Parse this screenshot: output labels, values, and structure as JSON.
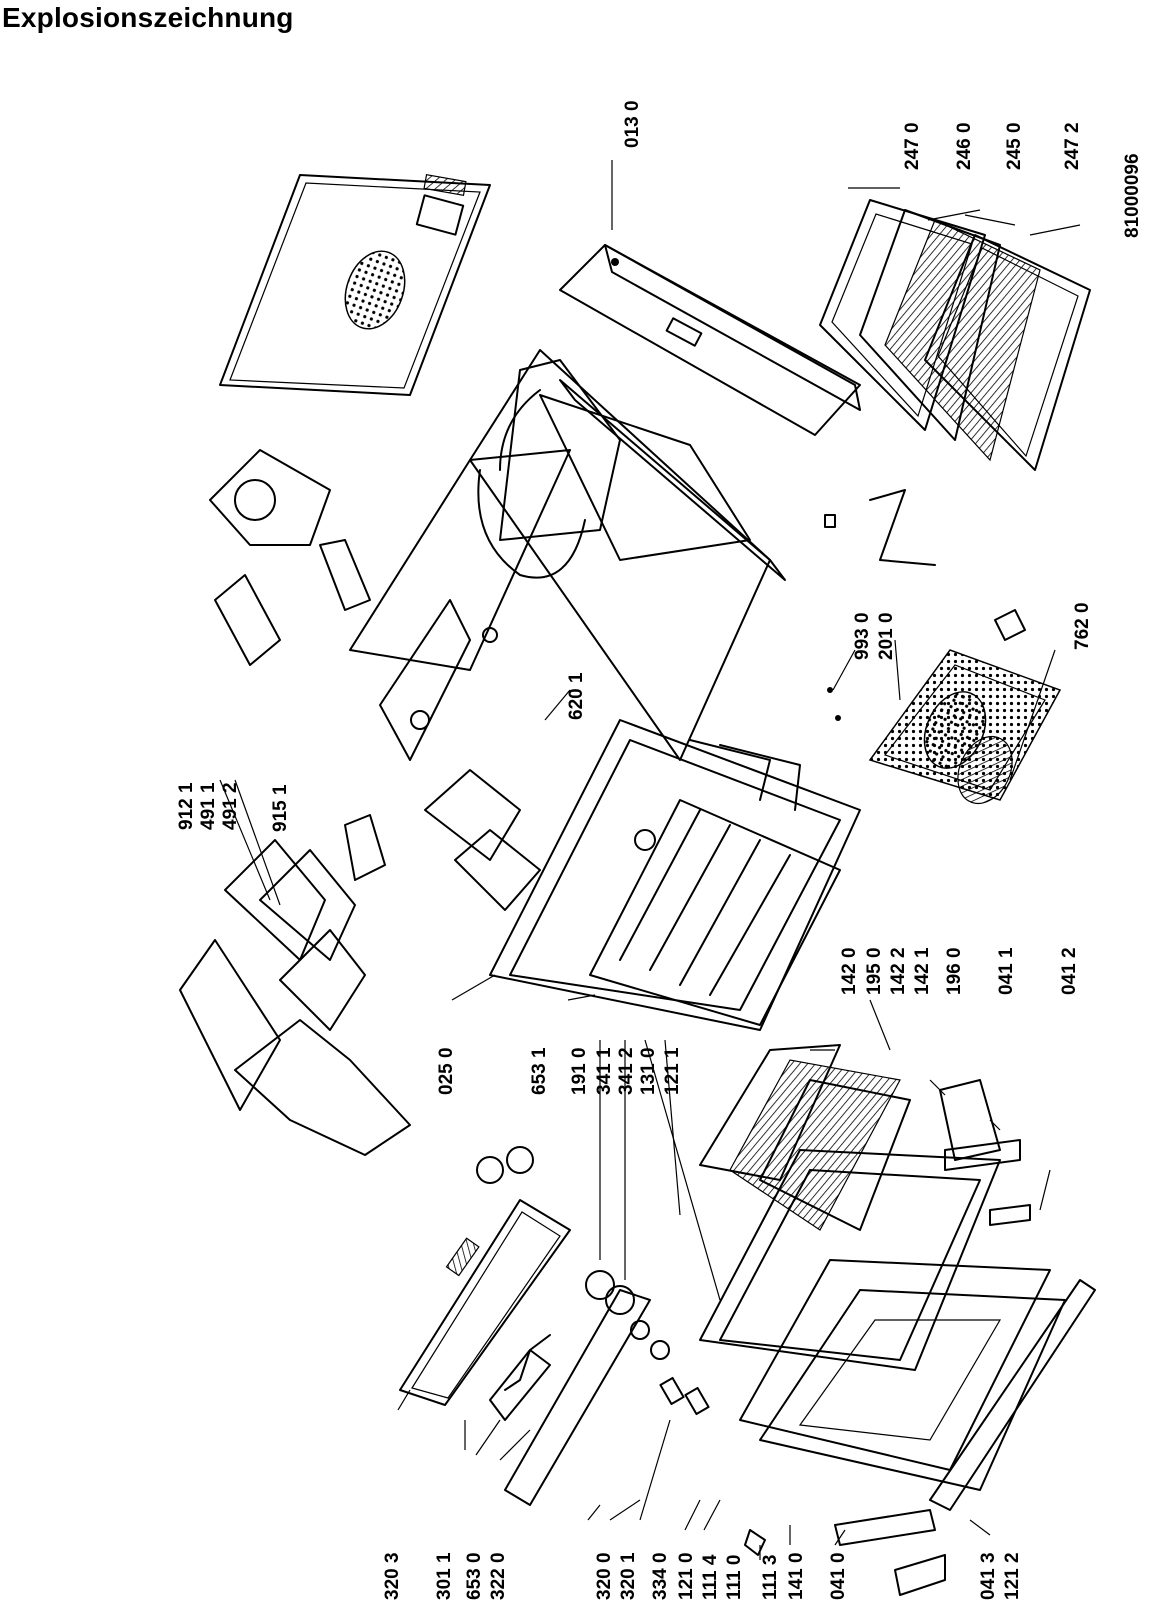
{
  "title": "Explosionszeichnung",
  "drawing_number": "81000096",
  "labels": [
    "013 0",
    "247 0",
    "246 0",
    "245 0",
    "247 2",
    "993 0",
    "201 0",
    "762 0",
    "620 1",
    "912 1",
    "491 1",
    "491 2",
    "915 1",
    "025 0",
    "653 1",
    "191 0",
    "341 1",
    "341 2",
    "131 0",
    "121 1",
    "142 0",
    "195 0",
    "142 2",
    "142 1",
    "196 0",
    "041 1",
    "041 2",
    "320 3",
    "301 1",
    "653 0",
    "322 0",
    "320 0",
    "320 1",
    "334 0",
    "121 0",
    "111 4",
    "111 0",
    "111 3",
    "141 0",
    "041 0",
    "041 3",
    "121 2"
  ]
}
